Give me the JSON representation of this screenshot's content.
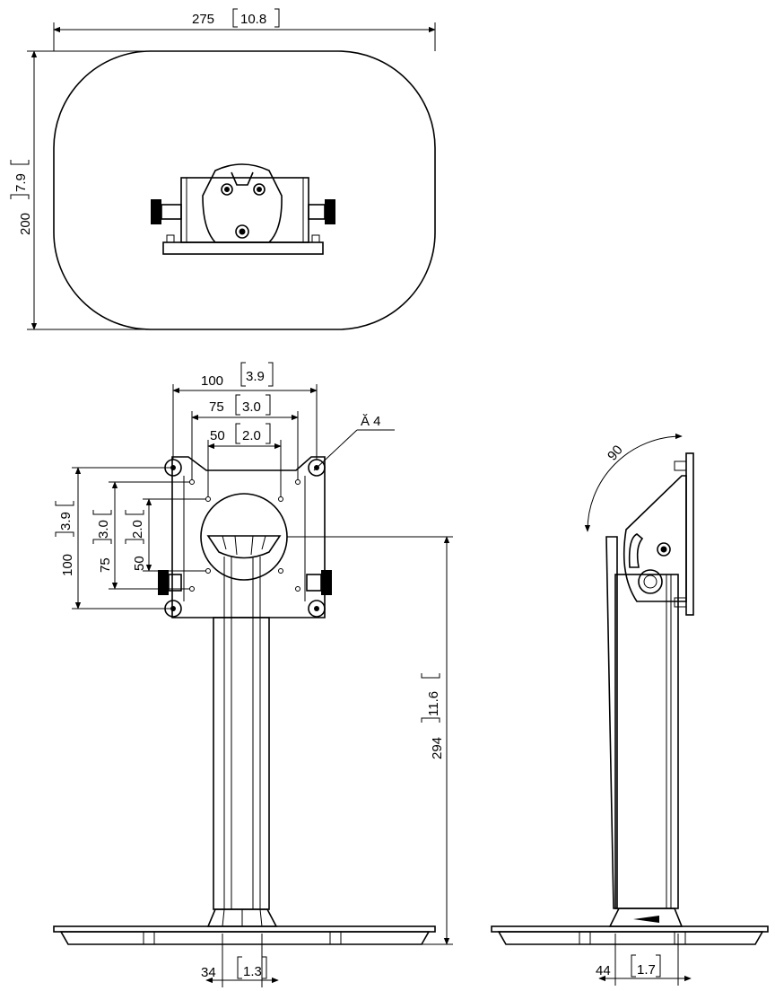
{
  "top_view": {
    "width_mm": "275",
    "width_in": "10.8",
    "depth_mm": "200",
    "depth_in": "7.9"
  },
  "front_view": {
    "hole_100_mm": "100",
    "hole_100_in": "3.9",
    "hole_75_mm": "75",
    "hole_75_in": "3.0",
    "hole_50_mm": "50",
    "hole_50_in": "2.0",
    "hole_diameter_label": "Ă  4",
    "vert_100_mm": "100",
    "vert_100_in": "3.9",
    "vert_75_mm": "75",
    "vert_75_in": "3.0",
    "vert_50_mm": "50",
    "vert_50_in": "2.0",
    "height_mm": "294",
    "height_in": "11.6",
    "column_mm": "34",
    "column_in": "1.3"
  },
  "side_view": {
    "tilt_angle": "90",
    "column_mm": "44",
    "column_in": "1.7"
  },
  "colors": {
    "line": "#000000",
    "background": "#ffffff"
  }
}
